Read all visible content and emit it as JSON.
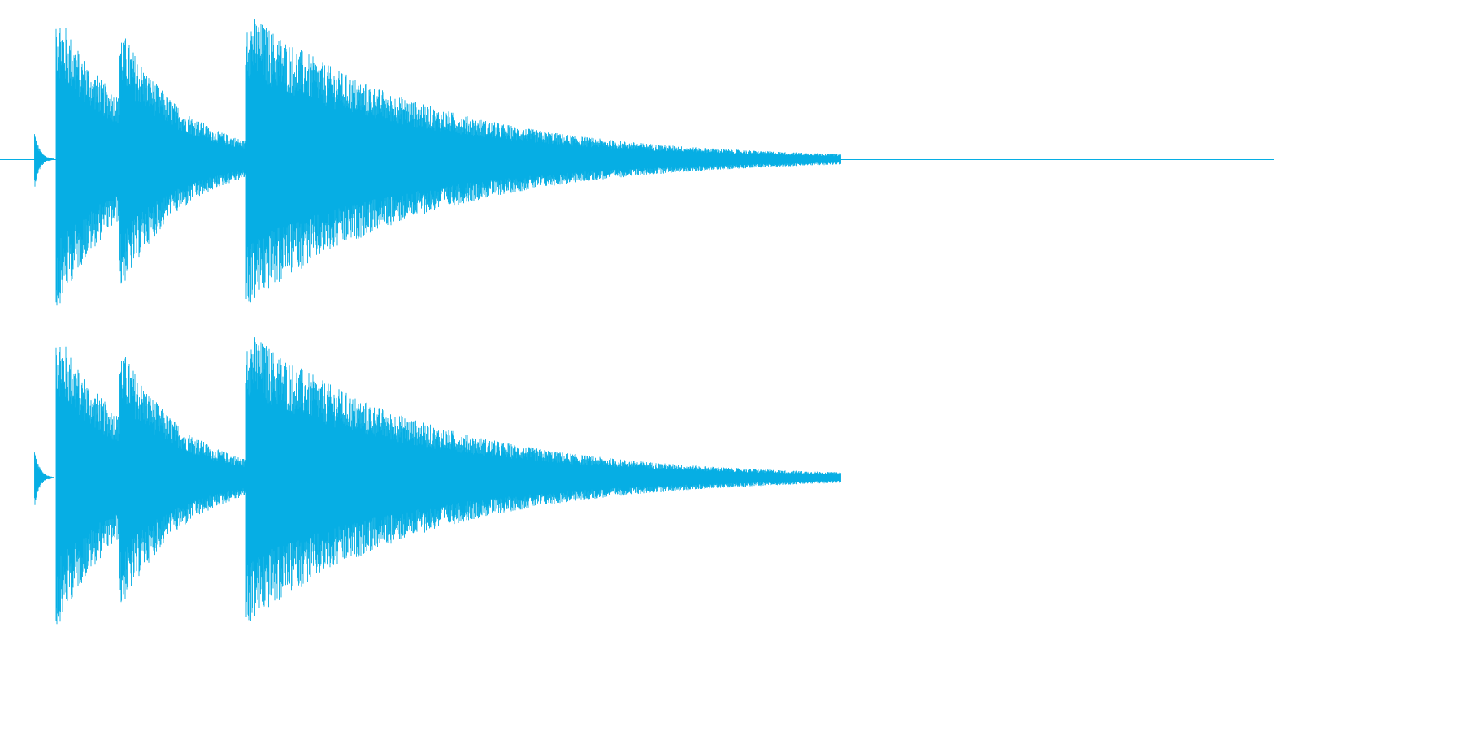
{
  "waveform": {
    "color": "#06aee4",
    "channels": [
      {
        "id": "channel-1",
        "onsets": [
          {
            "t": 0.027,
            "peak": 0.2,
            "decay": 0.004
          },
          {
            "t": 0.044,
            "peak": 1.0,
            "decay": 0.055
          },
          {
            "t": 0.094,
            "peak": 0.88,
            "decay": 0.05
          },
          {
            "t": 0.193,
            "peak": 0.98,
            "decay": 0.14
          }
        ],
        "end": 0.66
      },
      {
        "id": "channel-2",
        "onsets": [
          {
            "t": 0.027,
            "peak": 0.2,
            "decay": 0.004
          },
          {
            "t": 0.044,
            "peak": 1.0,
            "decay": 0.055
          },
          {
            "t": 0.094,
            "peak": 0.88,
            "decay": 0.05
          },
          {
            "t": 0.193,
            "peak": 0.98,
            "decay": 0.14
          }
        ],
        "end": 0.66
      }
    ]
  }
}
